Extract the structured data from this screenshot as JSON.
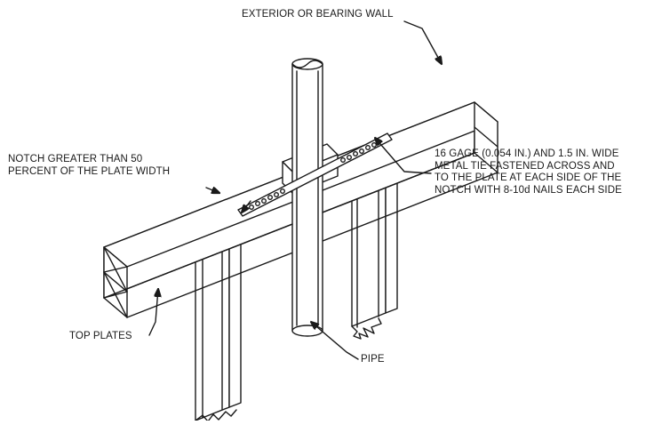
{
  "labels": {
    "exterior_wall": "EXTERIOR OR BEARING WALL",
    "notch": [
      "NOTCH GREATER THAN 50",
      "PERCENT OF THE PLATE WIDTH"
    ],
    "metal_tie": [
      "16 GAGE (0.054 IN.) AND 1.5 IN. WIDE",
      "METAL TIE FASTENED ACROSS AND",
      "TO THE PLATE AT EACH SIDE OF THE",
      "NOTCH WITH 8-10d NAILS EACH SIDE"
    ],
    "top_plates": "TOP PLATES",
    "pipe": "PIPE"
  },
  "colors": {
    "line": "#1a1a1a",
    "background": "#ffffff"
  }
}
